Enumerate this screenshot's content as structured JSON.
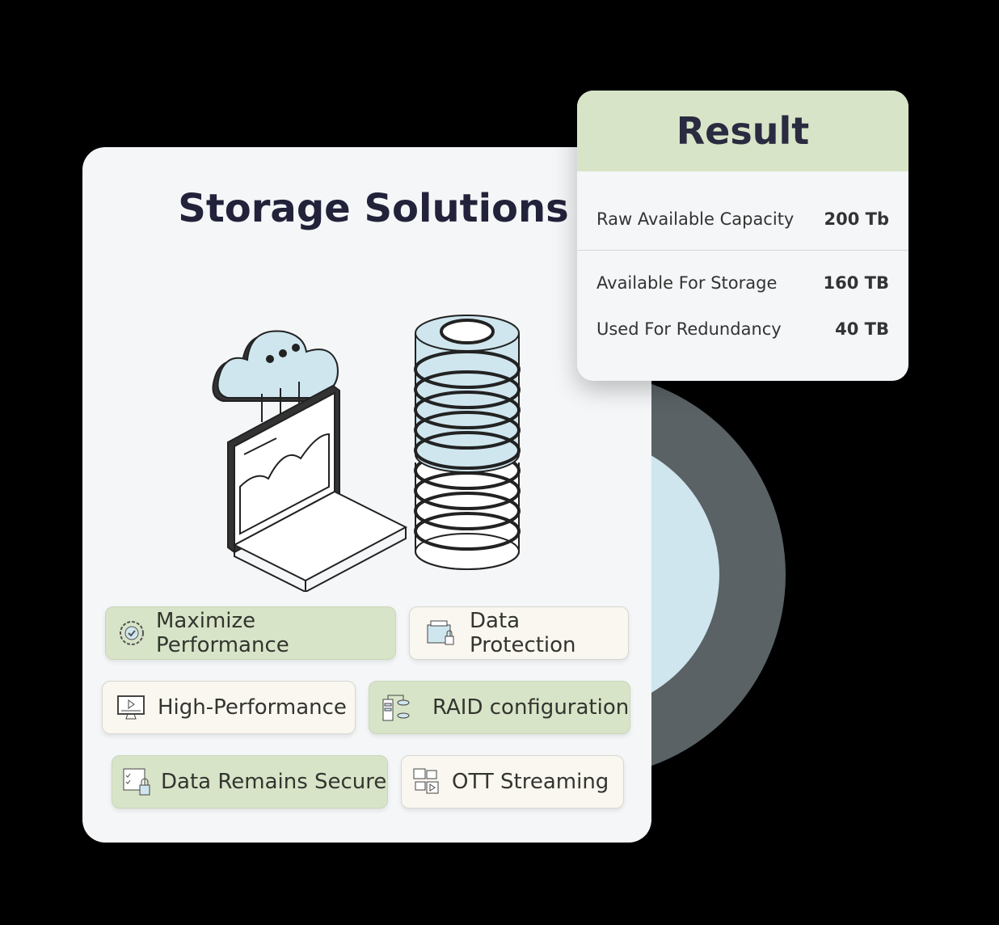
{
  "card": {
    "title": "Storage Solutions",
    "features": [
      {
        "label": "Maximize Performance",
        "icon": "gear-check-icon",
        "style": "green"
      },
      {
        "label": "Data Protection",
        "icon": "folder-lock-icon",
        "style": "cream"
      },
      {
        "label": "High-Performance",
        "icon": "monitor-play-icon",
        "style": "cream"
      },
      {
        "label": "RAID configuration",
        "icon": "server-database-icon",
        "style": "green"
      },
      {
        "label": "Data Remains Secure",
        "icon": "checklist-lock-icon",
        "style": "green"
      },
      {
        "label": "OTT Streaming",
        "icon": "media-chat-icon",
        "style": "cream"
      }
    ]
  },
  "result": {
    "title": "Result",
    "rows": [
      {
        "label": "Raw Available Capacity",
        "value": "200 Tb"
      },
      {
        "label": "Available For Storage",
        "value": "160 TB"
      },
      {
        "label": "Used For Redundancy",
        "value": "40 TB"
      }
    ]
  },
  "colors": {
    "green": "#d8e4c8",
    "cream": "#faf6f0",
    "title": "#22223a",
    "cloud": "#cfe6ef"
  }
}
